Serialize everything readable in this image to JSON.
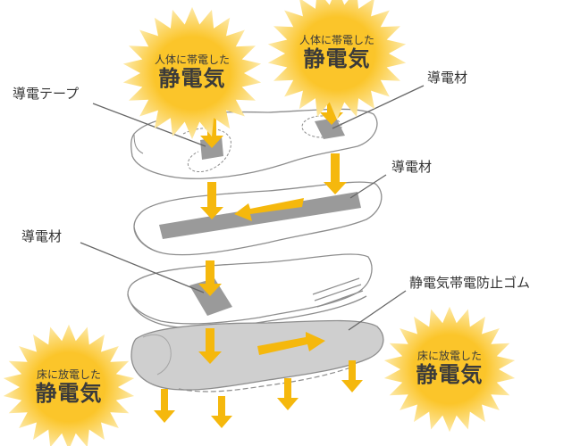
{
  "colors": {
    "arrow": "#f5b80d",
    "burst": "#fbc52a",
    "burst_glow": "#fde9a8",
    "strip": "#9a9a9a",
    "outline": "#8d8d8d",
    "rubber": "#cfcfcf",
    "leader": "#666666"
  },
  "bursts": {
    "top_left": {
      "line1": "人体に帯電した",
      "line2": "静電気"
    },
    "top_right": {
      "line1": "人体に帯電した",
      "line2": "静電気"
    },
    "bottom_left": {
      "line1": "床に放電した",
      "line2": "静電気"
    },
    "bottom_right": {
      "line1": "床に放電した",
      "line2": "静電気"
    }
  },
  "labels": {
    "conductive_tape": "導電テープ",
    "conductive_material_top": "導電材",
    "conductive_material_mid": "導電材",
    "conductive_material_left": "導電材",
    "antistatic_rubber": "静電気帯電防止ゴム"
  }
}
